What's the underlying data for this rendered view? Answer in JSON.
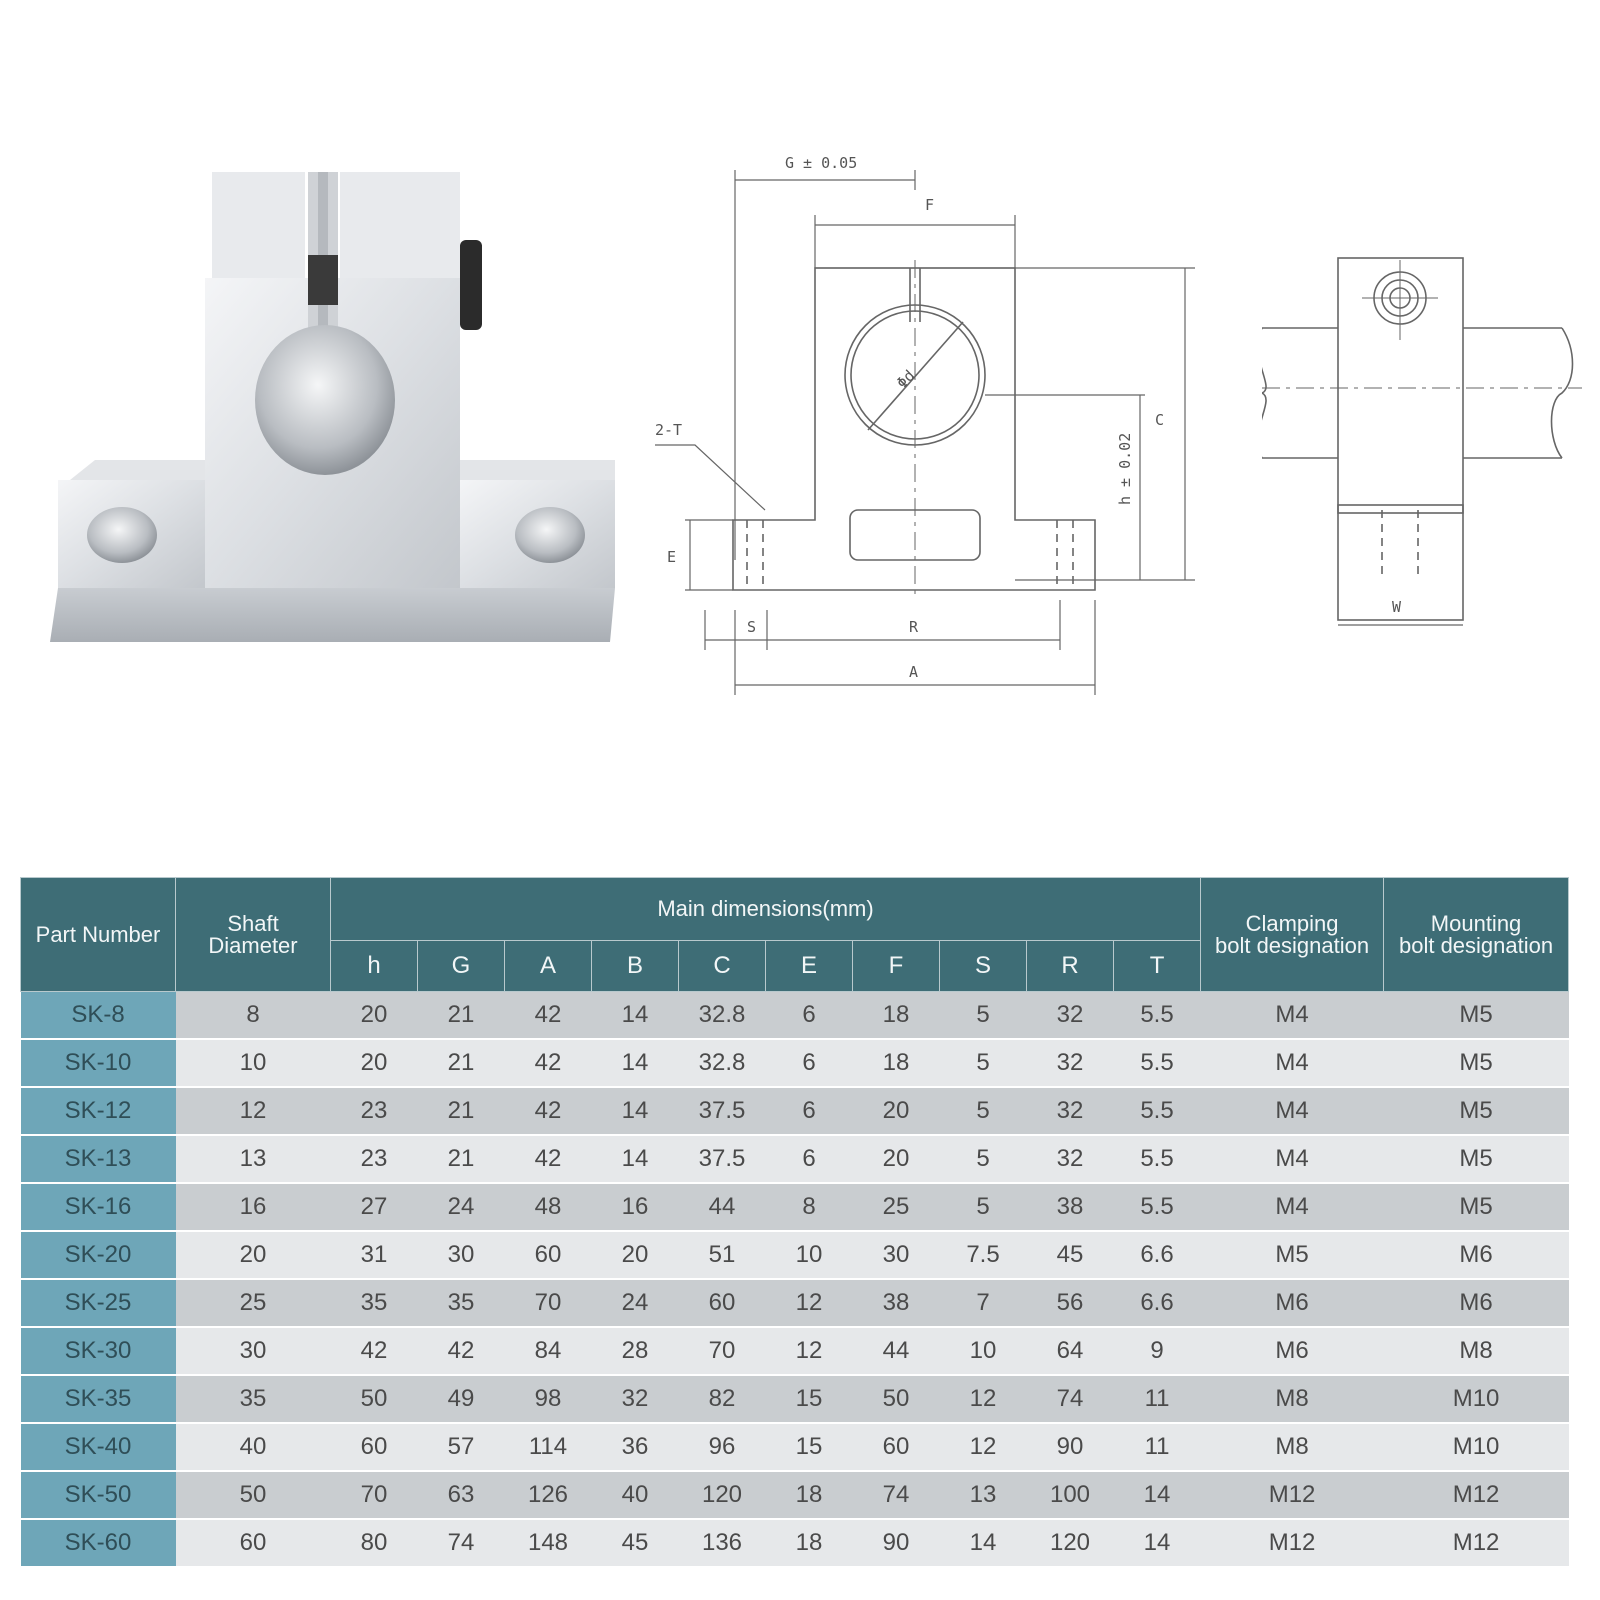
{
  "drawing_labels": {
    "g_tol": "G ± 0.05",
    "f": "F",
    "c": "C",
    "h_tol": "h ± 0.02",
    "two_t": "2-T",
    "d": "Φd",
    "e": "E",
    "s": "S",
    "r": "R",
    "a": "A",
    "w": "W"
  },
  "table": {
    "headers": {
      "part_number": "Part Number",
      "shaft_diameter_1": "Shaft",
      "shaft_diameter_2": "Diameter",
      "main_dimensions": "Main dimensions(mm)",
      "clamping_1": "Clamping",
      "clamping_2": "bolt designation",
      "mounting_1": "Mounting",
      "mounting_2": "bolt designation",
      "sub": [
        "h",
        "G",
        "A",
        "B",
        "C",
        "E",
        "F",
        "S",
        "R",
        "T"
      ]
    },
    "rows": [
      [
        "SK-8",
        "8",
        "20",
        "21",
        "42",
        "14",
        "32.8",
        "6",
        "18",
        "5",
        "32",
        "5.5",
        "M4",
        "M5"
      ],
      [
        "SK-10",
        "10",
        "20",
        "21",
        "42",
        "14",
        "32.8",
        "6",
        "18",
        "5",
        "32",
        "5.5",
        "M4",
        "M5"
      ],
      [
        "SK-12",
        "12",
        "23",
        "21",
        "42",
        "14",
        "37.5",
        "6",
        "20",
        "5",
        "32",
        "5.5",
        "M4",
        "M5"
      ],
      [
        "SK-13",
        "13",
        "23",
        "21",
        "42",
        "14",
        "37.5",
        "6",
        "20",
        "5",
        "32",
        "5.5",
        "M4",
        "M5"
      ],
      [
        "SK-16",
        "16",
        "27",
        "24",
        "48",
        "16",
        "44",
        "8",
        "25",
        "5",
        "38",
        "5.5",
        "M4",
        "M5"
      ],
      [
        "SK-20",
        "20",
        "31",
        "30",
        "60",
        "20",
        "51",
        "10",
        "30",
        "7.5",
        "45",
        "6.6",
        "M5",
        "M6"
      ],
      [
        "SK-25",
        "25",
        "35",
        "35",
        "70",
        "24",
        "60",
        "12",
        "38",
        "7",
        "56",
        "6.6",
        "M6",
        "M6"
      ],
      [
        "SK-30",
        "30",
        "42",
        "42",
        "84",
        "28",
        "70",
        "12",
        "44",
        "10",
        "64",
        "9",
        "M6",
        "M8"
      ],
      [
        "SK-35",
        "35",
        "50",
        "49",
        "98",
        "32",
        "82",
        "15",
        "50",
        "12",
        "74",
        "11",
        "M8",
        "M10"
      ],
      [
        "SK-40",
        "40",
        "60",
        "57",
        "114",
        "36",
        "96",
        "15",
        "60",
        "12",
        "90",
        "11",
        "M8",
        "M10"
      ],
      [
        "SK-50",
        "50",
        "70",
        "63",
        "126",
        "40",
        "120",
        "18",
        "74",
        "13",
        "100",
        "14",
        "M12",
        "M12"
      ],
      [
        "SK-60",
        "60",
        "80",
        "74",
        "148",
        "45",
        "136",
        "18",
        "90",
        "14",
        "120",
        "14",
        "M12",
        "M12"
      ]
    ]
  },
  "colors": {
    "header_bg": "#3e6d76",
    "part_col_bg": "#6ea6b8",
    "row_odd": "#c9cdd0",
    "row_even": "#e6e8ea"
  }
}
